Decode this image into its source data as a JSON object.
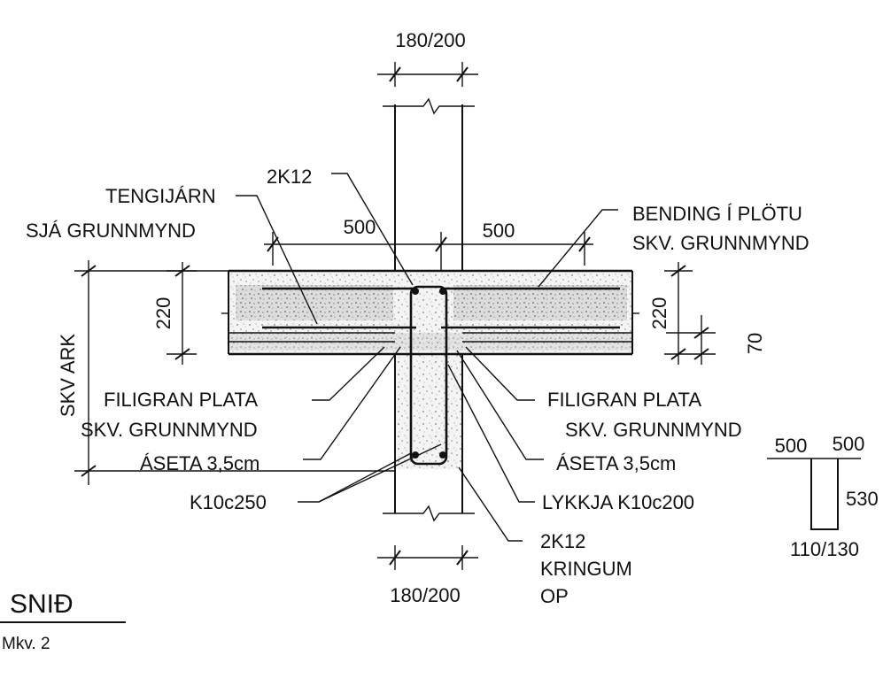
{
  "labels": {
    "top_dim": "180/200",
    "bottom_dim": "180/200",
    "k12_top": "2K12",
    "tengijarn_1": "TENGIJÁRN",
    "tengijarn_2": "SJÁ GRUNNMYND",
    "dim_left_500": "500",
    "dim_right_500": "500",
    "bending_1": "BENDING Í PLÖTU",
    "bending_2": "SKV. GRUNNMYND",
    "dim_220_left": "220",
    "dim_220_right": "220",
    "dim_70": "70",
    "skv_ark": "SKV ARK",
    "filigran_left_1": "FILIGRAN PLATA",
    "filigran_left_2": "SKV. GRUNNMYND",
    "filigran_right_1": "FILIGRAN PLATA",
    "filigran_right_2": "SKV. GRUNNMYND",
    "aseta_left": "ÁSETA 3,5cm",
    "aseta_right": "ÁSETA 3,5cm",
    "k10c250": "K10c250",
    "lykkja": "LYKKJA K10c200",
    "k12_bottom_1": "2K12",
    "k12_bottom_2": "KRINGUM",
    "k12_bottom_3": "OP",
    "detail_500_left": "500",
    "detail_500_right": "500",
    "detail_530": "530",
    "detail_110": "110/130",
    "section_title": "SNIÐ",
    "scale": "Mkv. 2"
  }
}
